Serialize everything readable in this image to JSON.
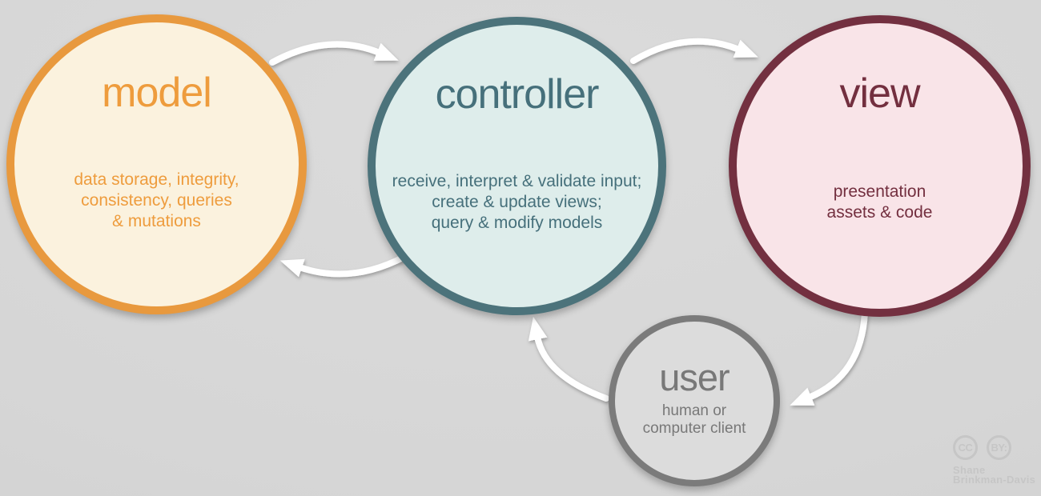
{
  "diagram_type": "mvc-architecture-flow",
  "nodes": [
    {
      "id": "model",
      "label": "model",
      "desc_lines": [
        "data storage, integrity,",
        "consistency, queries",
        "& mutations"
      ],
      "border_color": "#e8993e",
      "fill_color": "#fbf2de",
      "text_color": "#ee9c3d"
    },
    {
      "id": "controller",
      "label": "controller",
      "desc_lines": [
        "receive, interpret & validate input;",
        "create & update views;",
        "query & modify models"
      ],
      "border_color": "#4c737b",
      "fill_color": "#deedeb",
      "text_color": "#46707b"
    },
    {
      "id": "view",
      "label": "view",
      "desc_lines": [
        "presentation",
        "assets & code"
      ],
      "border_color": "#733040",
      "fill_color": "#f9e4e8",
      "text_color": "#732f3f"
    },
    {
      "id": "user",
      "label": "user",
      "desc_lines": [
        "human or",
        "computer client"
      ],
      "border_color": "#7b7b7b",
      "fill_color": "#dcdcdc",
      "text_color": "#787878"
    }
  ],
  "edges": [
    {
      "from": "model",
      "to": "controller"
    },
    {
      "from": "controller",
      "to": "view"
    },
    {
      "from": "controller",
      "to": "model"
    },
    {
      "from": "view",
      "to": "user"
    },
    {
      "from": "user",
      "to": "controller"
    }
  ],
  "attribution": {
    "cc_label": "CC",
    "by_label": "BY:",
    "author_line1": "Shane",
    "author_line2": "Brinkman-Davis"
  },
  "colors": {
    "background": "#d6d6d6",
    "arrow": "#ffffff",
    "attribution": "#c6c6c6"
  }
}
